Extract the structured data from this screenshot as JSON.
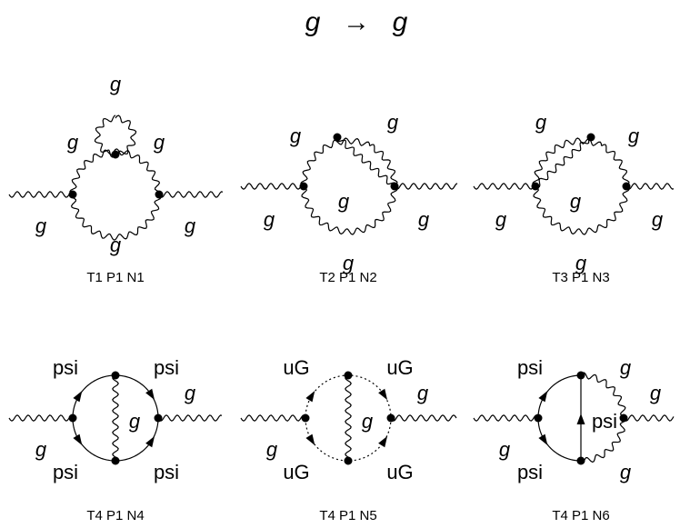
{
  "title": {
    "initial": "g",
    "arrow": "→",
    "final": "g"
  },
  "diagrams": [
    {
      "id": "d1",
      "caption": "T1 P1 N1",
      "labels": [
        "g",
        "g",
        "g",
        "g",
        "g",
        "g"
      ],
      "propagators": [
        "gluon",
        "gluon",
        "gluon",
        "gluon",
        "gluon",
        "gluon"
      ]
    },
    {
      "id": "d2",
      "caption": "T2 P1 N2",
      "labels": [
        "g",
        "g",
        "g",
        "g",
        "g"
      ],
      "propagators": [
        "gluon",
        "gluon",
        "gluon",
        "gluon",
        "gluon",
        "gluon"
      ]
    },
    {
      "id": "d3",
      "caption": "T3 P1 N3",
      "labels": [
        "g",
        "g",
        "g",
        "g",
        "g"
      ],
      "propagators": [
        "gluon",
        "gluon",
        "gluon",
        "gluon",
        "gluon",
        "gluon"
      ]
    },
    {
      "id": "d4",
      "caption": "T4 P1 N4",
      "labels": [
        "psi",
        "psi",
        "g",
        "g",
        "g",
        "psi",
        "psi"
      ],
      "propagators": [
        "gluon",
        "gluon",
        "fermion",
        "fermion",
        "fermion",
        "fermion",
        "gluon"
      ]
    },
    {
      "id": "d5",
      "caption": "T4 P1 N5",
      "labels": [
        "uG",
        "uG",
        "g",
        "g",
        "g",
        "uG",
        "uG"
      ],
      "propagators": [
        "gluon",
        "gluon",
        "ghost",
        "ghost",
        "ghost",
        "ghost",
        "gluon"
      ]
    },
    {
      "id": "d6",
      "caption": "T4 P1 N6",
      "labels": [
        "psi",
        "g",
        "g",
        "psi",
        "g",
        "psi",
        "g"
      ],
      "propagators": [
        "gluon",
        "gluon",
        "fermion",
        "fermion",
        "fermion",
        "gluon",
        "gluon"
      ]
    }
  ]
}
